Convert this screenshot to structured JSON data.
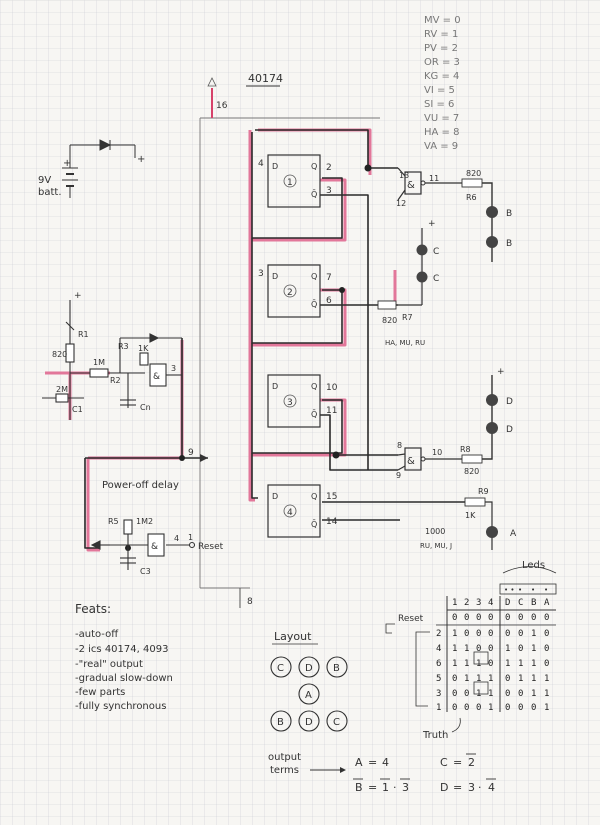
{
  "diagram": {
    "chip_title": "40174",
    "pin_16": "16",
    "pin_8": "8",
    "battery_label": "9V",
    "battery_sub": "batt.",
    "pin_map": [
      "MV = 0",
      "RV = 1",
      "PV = 2",
      "OR = 3",
      "KG = 4",
      "VI = 5",
      "SI = 6",
      "VU = 7",
      "HA = 8",
      "VA = 9"
    ],
    "ff_stages": [
      {
        "d": "4",
        "q": "2",
        "qbar": "3",
        "num": "1"
      },
      {
        "d": "3",
        "q": "7",
        "qbar": "6",
        "num": "2"
      },
      {
        "d": "",
        "q": "10",
        "qbar": "11",
        "num": "3"
      },
      {
        "d": "",
        "q": "15",
        "qbar": "14",
        "num": "4"
      }
    ],
    "gate_amp": "&",
    "gate_top_pins": [
      "13",
      "11",
      "12"
    ],
    "gate_bot_pins": [
      "8",
      "10",
      "9"
    ],
    "gate_osc_pins": [
      "3"
    ],
    "gate_reset_pin": "4",
    "r_led_b": "820",
    "r_led_b_name": "R6",
    "r_led_c": "820",
    "r_led_c_name": "R7",
    "r_led_d": "820",
    "r_led_d_name": "R8",
    "r_led_a": "1K",
    "r_led_a_name": "R9",
    "led_b": "B",
    "led_c": "C",
    "led_d": "D",
    "led_a": "A",
    "note_c": "HA, MU, RU",
    "note_a_val": "1000",
    "note_a": "RU, MU, J",
    "osc_r1": "820",
    "osc_r1_name": "R1",
    "osc_r2": "1M",
    "osc_r2_name": "R2",
    "osc_r3": "1K",
    "osc_r3_name": "R3",
    "osc_rp": "2M",
    "osc_c1": "C1",
    "osc_c2": "Cn",
    "power_off_label": "Power-off delay",
    "reset_r": "1M2",
    "reset_r_name": "R5",
    "reset_c": "C3",
    "reset_pin": "1",
    "reset_label": "Reset",
    "plus": "+",
    "pin_9": "9"
  },
  "feats": {
    "title": "Feats:",
    "items": [
      "-auto-off",
      "-2 ics   40174, 4093",
      "-\"real\" output",
      "-gradual slow-down",
      "-few parts",
      "-fully synchronous"
    ]
  },
  "layout": {
    "title": "Layout",
    "row1": [
      "C",
      "D",
      "B"
    ],
    "row2": [
      "A"
    ],
    "row3": [
      "B",
      "D",
      "C"
    ]
  },
  "output_terms": {
    "label_line1": "output",
    "label_line2": "terms",
    "a_lhs": "A",
    "a_rhs": "4",
    "c_lhs": "C",
    "c_rhs": "2",
    "b_lhs": "B",
    "b_rhs_1": "1",
    "b_rhs_dot": "·",
    "b_rhs_2": "3",
    "d_lhs": "D",
    "d_rhs_1": "3",
    "d_rhs_dot": "·",
    "d_rhs_2": "4"
  },
  "truth_table": {
    "leds_label": "Leds",
    "dots_header": [
      "• •",
      "•",
      "•",
      "•"
    ],
    "headers": [
      "1",
      "2",
      "3",
      "4",
      "D",
      "C",
      "B",
      "A"
    ],
    "reset_label": "Reset",
    "rows": [
      {
        "n": "",
        "ff": [
          "0",
          "0",
          "0",
          "0"
        ],
        "led": [
          "0",
          "0",
          "0",
          "0"
        ]
      },
      {
        "n": "2",
        "ff": [
          "1",
          "0",
          "0",
          "0"
        ],
        "led": [
          "0",
          "0",
          "1",
          "0"
        ]
      },
      {
        "n": "4",
        "ff": [
          "1",
          "1",
          "0",
          "0"
        ],
        "led": [
          "1",
          "0",
          "1",
          "0"
        ]
      },
      {
        "n": "6",
        "ff": [
          "1",
          "1",
          "1",
          "0"
        ],
        "led": [
          "1",
          "1",
          "1",
          "0"
        ]
      },
      {
        "n": "5",
        "ff": [
          "0",
          "1",
          "1",
          "1"
        ],
        "led": [
          "0",
          "1",
          "1",
          "1"
        ]
      },
      {
        "n": "3",
        "ff": [
          "0",
          "0",
          "1",
          "1"
        ],
        "led": [
          "0",
          "0",
          "1",
          "1"
        ]
      },
      {
        "n": "1",
        "ff": [
          "0",
          "0",
          "0",
          "1"
        ],
        "led": [
          "0",
          "0",
          "0",
          "1"
        ]
      }
    ],
    "truth_label": "Truth"
  }
}
